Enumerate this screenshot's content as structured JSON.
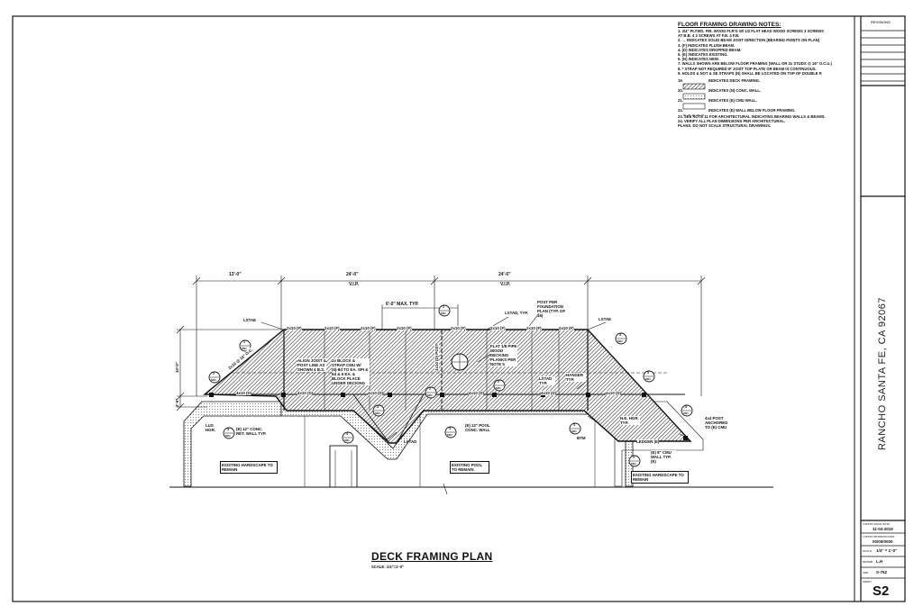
{
  "notes": {
    "title": "FLOOR FRAMING DRAWING NOTES:",
    "lines": [
      "1.  3/4\" PLYWD. FIR. WOOD FLR'G W/ 1/2 FLAT HEAD WOOD SCREWS 3 SCREWS",
      "     AT B.B. 4 2 SCREWS AT F.B. 4 F.B.",
      "2.        ↔        INDICATES SOLID BEAM JOIST DIRECTION (BEARING POINTS ON PLAN)",
      "3.       (F)        INDICATES FLUSH BEAM.",
      "4.      (D)        INDICATES DROPPED BEAM.",
      "5.      (E)        INDICATES EXISTING.",
      "6.      (N)        INDICATES NEW.",
      "7.  WALLS SHOWN ARE BELOW FLOOR FRAMING (WALL OR 2x STUDS @ 16\" O.C.U.)",
      "8.  * STRAP NOT REQUIRED IF JOIST TOP PLATE OR BEAM IS CONTINUOUS.",
      "9.  HOLDS & NOT & SE STRAPS (N) SHALL BE LOCATED ON TOP OF DOUBLE P."
    ],
    "legend": [
      {
        "num": "19.",
        "text": "INDICATES DECK FRAMING."
      },
      {
        "num": "20.",
        "text": "INDICATES (N) CONC. WALL."
      },
      {
        "num": "21.",
        "text": "INDICATES (E) CMU WALL."
      },
      {
        "num": "22.",
        "text": "INDICATES (E) WALL BELOW FLOOR FRAMING."
      }
    ],
    "tail": [
      "23.  SEE NOTE 11 FOR ARCHITECTURAL INDICATING BEARING WALLS & BEAMS.",
      "24.  VERIFY ALL PLAN DIMENSIONS PER ARCHITECTURAL.",
      "       PLANS. DO NOT SCALE STRUCTURAL DRAWINGS."
    ]
  },
  "title_block": {
    "revisions": "REVISIONS",
    "address": "RANCHO SANTA FE, CA 92067",
    "rows": [
      {
        "label": "LATEST ISSUE DATE",
        "value": "11-04-2015"
      },
      {
        "label": "LATEST REVISION DATE",
        "value": "00/00/0000"
      },
      {
        "label": "SCALE",
        "value": "1/4\" = 1'-0\""
      },
      {
        "label": "DRAWN",
        "value": "L.H"
      },
      {
        "label": "JOB",
        "value": "S-762"
      },
      {
        "label": "SHEET",
        "value": ""
      }
    ],
    "sheet": "S2"
  },
  "plan": {
    "title": "DECK FRAMING PLAN",
    "scale": "SCALE: 1/4\"=1'-0\"",
    "dims": [
      "13'-0\"",
      "24'-0\"",
      "24'-0\""
    ],
    "vip": [
      "V.I.P.",
      "V.I.P."
    ],
    "max_typ": "6'-0\" MAX. TYP.",
    "labels": {
      "lstae_left": "LSTAE",
      "lstae_right": "LSTAE",
      "lstad_typ": "LSTAD, TYP.",
      "post_per": "POST PER FOUNDATION PLAN (TYP. OF 16)",
      "align_joist": "ALIGN JOIST & POST LINE AS SHOWN 4 B.S.",
      "blocking": "2x BLOCK & STRAP CMU W/ (6)-8d TO EA. SPI & 6d & 6 EA. & BLOCK PLACE UNDER DECKING",
      "flat": "FLAT 1/8 PIPE WOOD DECKING PLANKS PER NOTE 5",
      "lstad_center": "LSTAD",
      "lstad_typ2": "LSTAD TYP.",
      "hanger_l": "HANGER TYP.",
      "hanger_r": "H.E. HGR. TYP.",
      "lus_hgr": "LUS HGR.",
      "cmu_wall": "(E) 12\" CONC. RET. WALL TYP.",
      "pool_wall": "(E) 12\" POOL CONC. WALL",
      "cmu_right": "(E) 8\" CMU WALL TYP.(E)",
      "post_anchor": "4x4 POST ANCHORED TO (E) CMU",
      "hardscape_l": "EXISTING HARDSCAPE TO REMAIN",
      "pool": "EXISTING POOL TO REMAIN",
      "hardscape_r": "EXISTING HARDSCAPE TO REMAIN",
      "ledger": "LEDGER (E)",
      "btm": "BTM",
      "beam_v": "4x10 (D) POST"
    },
    "joists": [
      "2x10 @ 16\" O.C.",
      "2x10 (F)",
      "2x10 (F)",
      "2x10 (F)",
      "2x10 (F)",
      "2x10 (F)",
      "2x10 (F)",
      "2x10 (F)",
      "2x10 (F)"
    ],
    "beams_lower": [
      "4x10 (D)",
      "4x10 (D)",
      "4x10 (D)",
      "4x10 (D)",
      "4x10 (D)",
      "4x10 (D)"
    ],
    "side_dims": [
      "10'-0\"",
      "2'-6\""
    ],
    "bubbles": [
      {
        "n": "1",
        "s": "SD1"
      },
      {
        "n": "2",
        "s": "SD1"
      },
      {
        "n": "3",
        "s": "SD1"
      },
      {
        "n": "4",
        "s": "SD1"
      },
      {
        "n": "1",
        "s": "SD1"
      },
      {
        "n": "2",
        "s": "SD1"
      },
      {
        "n": "3",
        "s": "SD1"
      },
      {
        "n": "4",
        "s": "SD1"
      },
      {
        "n": "3",
        "s": "SD1"
      },
      {
        "n": "4",
        "s": "SD1"
      },
      {
        "n": "1",
        "s": "SD1"
      },
      {
        "n": "3",
        "s": "SD1"
      },
      {
        "n": "4",
        "s": "SD1"
      },
      {
        "n": "2",
        "s": "SD1"
      }
    ]
  }
}
